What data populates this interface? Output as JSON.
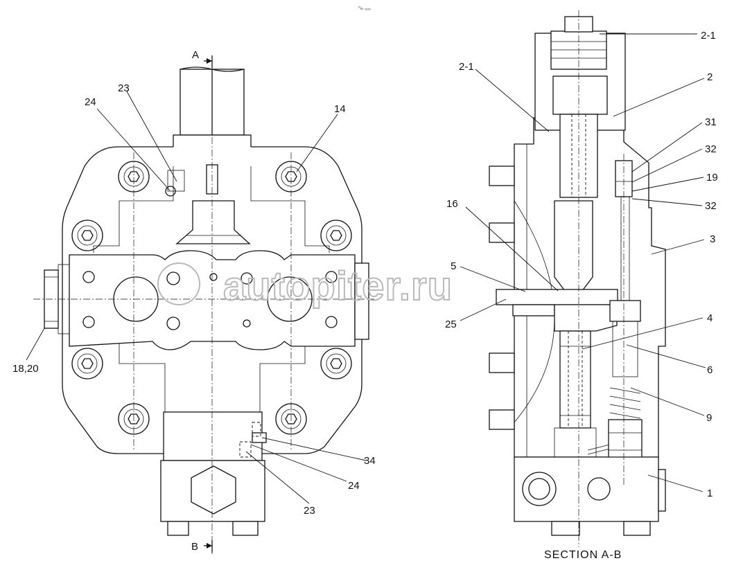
{
  "drawing": {
    "corner_mark": "⁰ₘ ₀₀₀",
    "section_title": "SECTION A-B",
    "watermark": "autopiter.ru",
    "arrows": {
      "a": "A",
      "b": "B"
    },
    "left_view_labels": [
      "24",
      "23",
      "14",
      "18,20",
      "34",
      "24",
      "23"
    ],
    "section_labels": [
      "2-1",
      "2-1",
      "2",
      "31",
      "32",
      "19",
      "32",
      "16",
      "3",
      "5",
      "25",
      "4",
      "6",
      "9",
      "1"
    ]
  }
}
